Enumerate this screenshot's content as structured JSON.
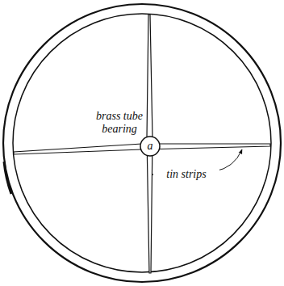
{
  "diagram": {
    "labels": [
      "brass tube bearing",
      "a",
      "tin strips"
    ]
  }
}
